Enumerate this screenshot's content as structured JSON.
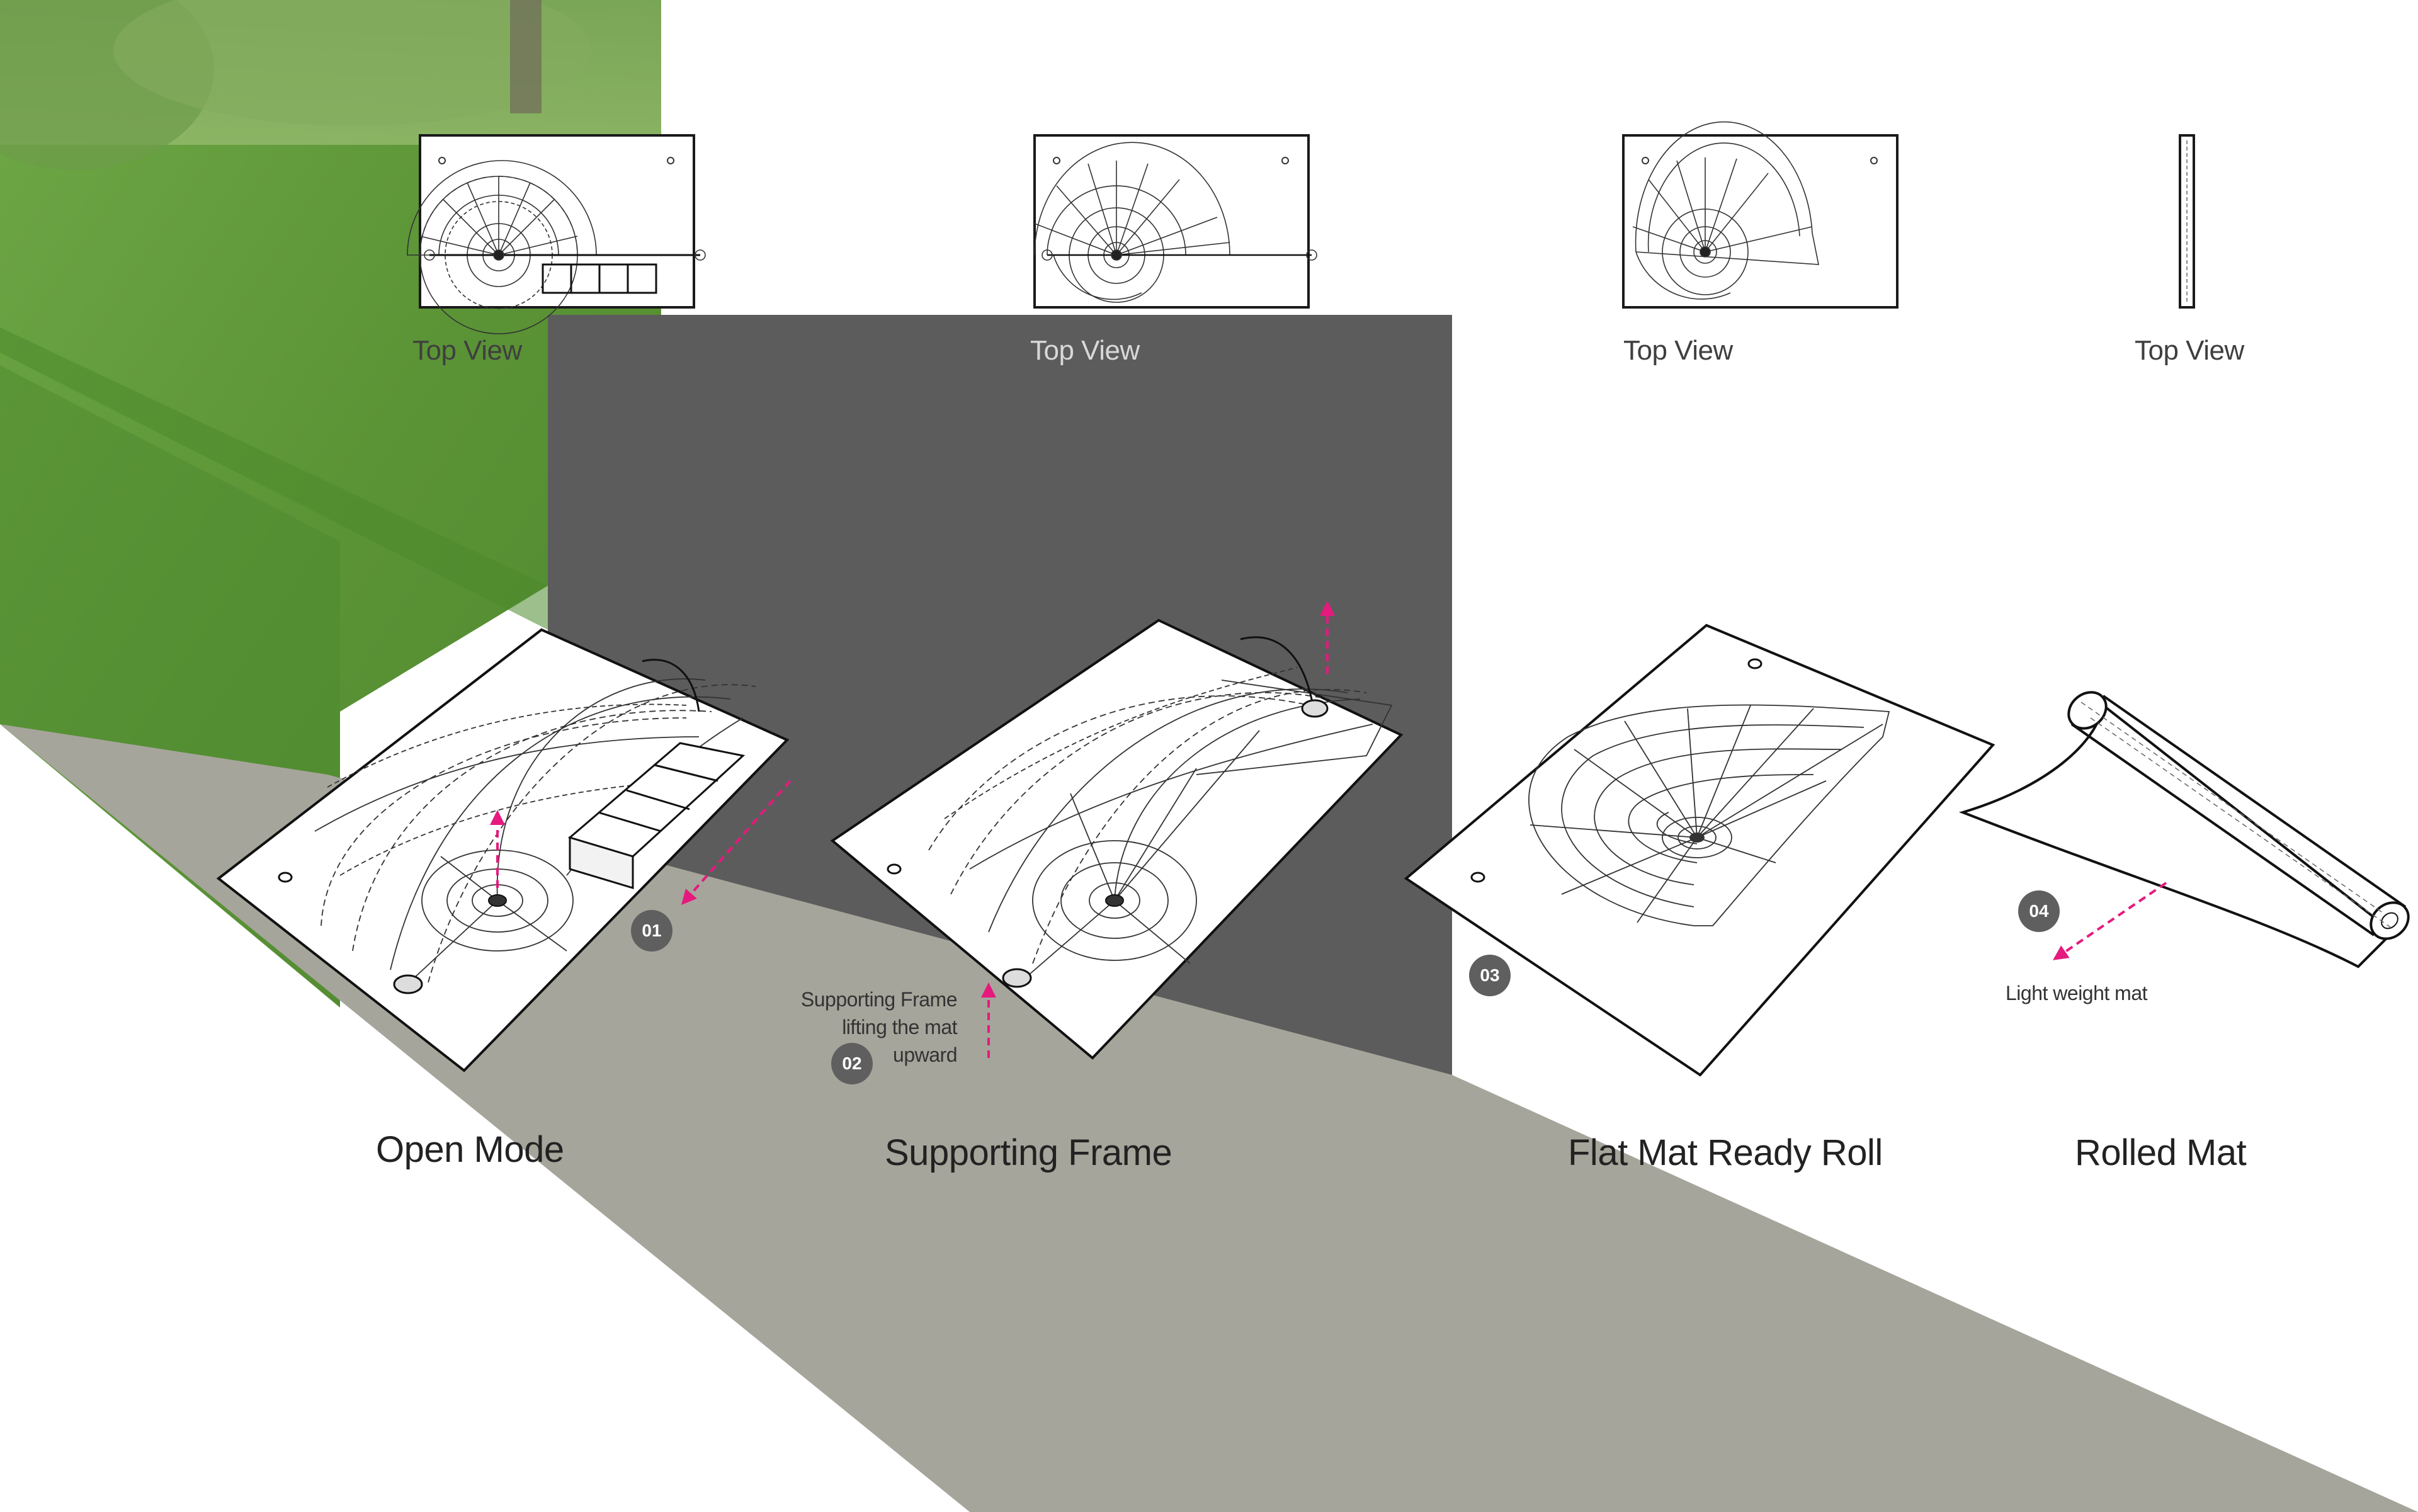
{
  "top_views": [
    {
      "label": "Top View"
    },
    {
      "label": "Top View"
    },
    {
      "label": "Top View"
    },
    {
      "label": "Top View"
    }
  ],
  "stages": [
    {
      "title": "Open Mode",
      "step": "01"
    },
    {
      "title": "Supporting Frame",
      "step": "02",
      "note": [
        "Supporting Frame",
        "lifting the mat",
        "upward"
      ]
    },
    {
      "title": "Flat Mat Ready Roll",
      "step": "03"
    },
    {
      "title": "Rolled Mat",
      "step": "04",
      "note": [
        "Light weight mat"
      ]
    }
  ],
  "colors": {
    "arrow": "#e6197e",
    "grass": "#5f9a3a",
    "path": "#a6a59b",
    "dark_panel": "#5c5c5c",
    "badge": "#5f5f5f",
    "line": "#1a1a1a"
  }
}
